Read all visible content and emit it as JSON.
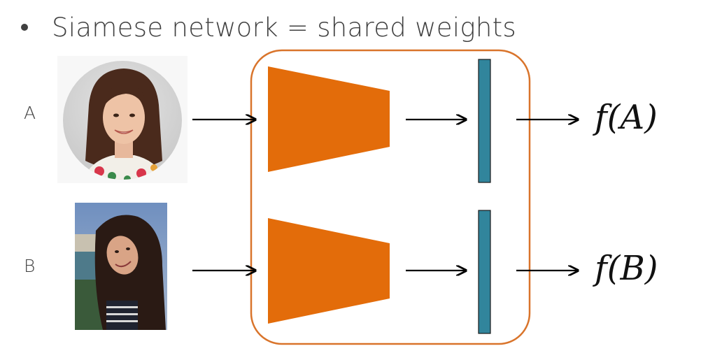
{
  "bullet": {
    "text": "Siamese network = shared weights"
  },
  "inputs": [
    {
      "label": "A",
      "output": "f(A)"
    },
    {
      "label": "B",
      "output": "f(B)"
    }
  ],
  "colors": {
    "encoder": "#E36C0A",
    "embedding": "#31859C",
    "shared_box": "#D9742B",
    "text": "#404040"
  },
  "icons": [
    "person-photo-a",
    "person-photo-b"
  ]
}
